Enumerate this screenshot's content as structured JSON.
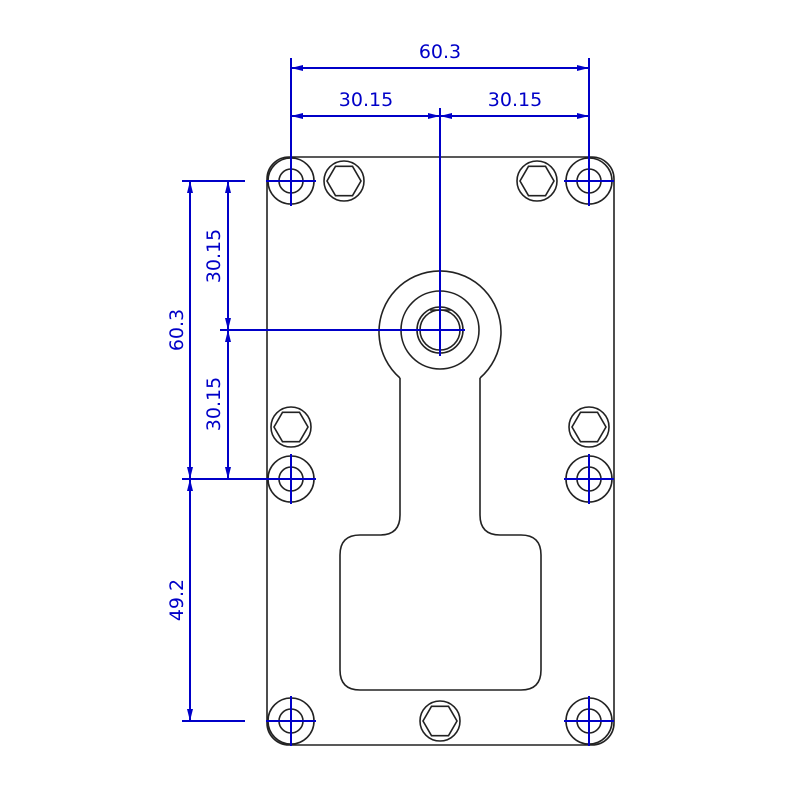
{
  "drawing": {
    "dimensions": {
      "top_overall": "60.3",
      "top_left_half": "30.15",
      "top_right_half": "30.15",
      "left_overall": "60.3",
      "left_upper_half": "30.15",
      "left_lower_half": "30.15",
      "left_bottom": "49.2"
    },
    "colors": {
      "dimension": "#0000c8",
      "outline": "#222222"
    }
  }
}
